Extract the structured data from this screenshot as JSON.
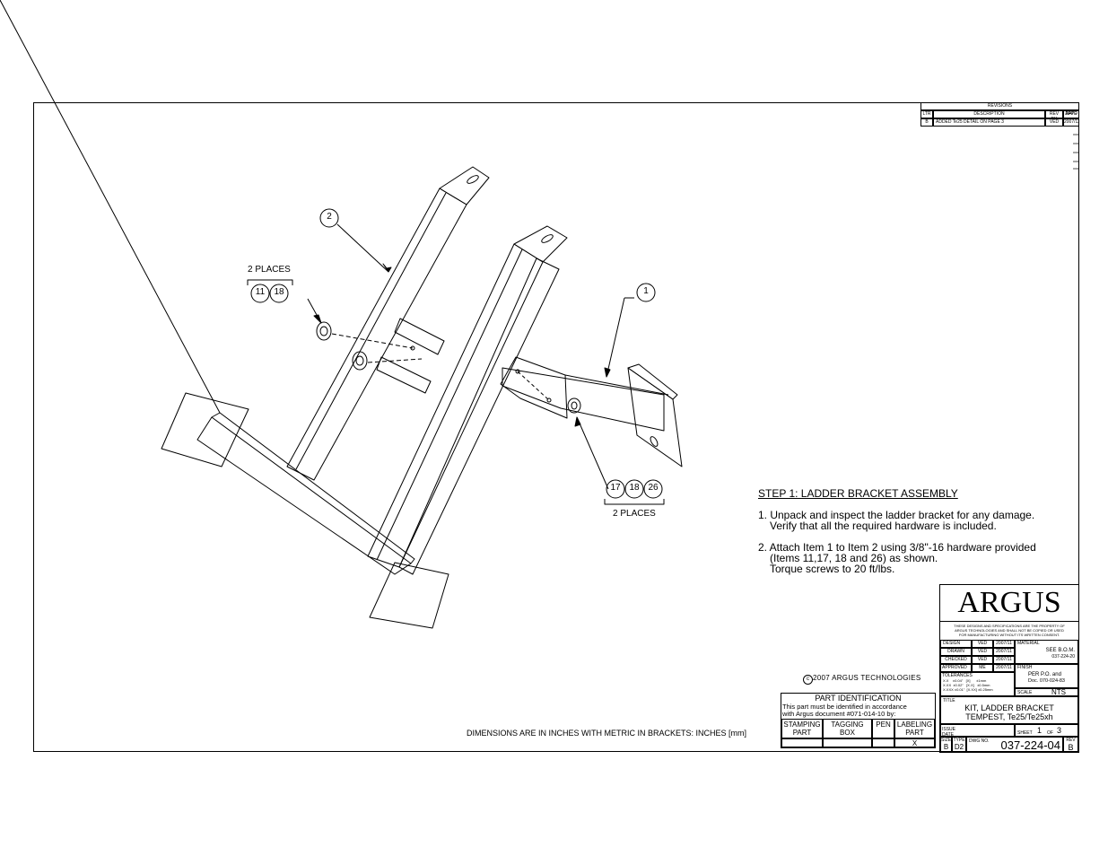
{
  "revisions": {
    "title": "REVISIONS",
    "headers": [
      "LTR",
      "DESCRIPTION",
      "REV BY",
      "DATE",
      "APPD"
    ],
    "row": [
      "B",
      "ADDED Te25 DETAIL ON PAGE 3",
      "VED",
      "2007/12",
      ""
    ]
  },
  "callouts": {
    "item2": "2",
    "item1": "1",
    "places_top": "2 PLACES",
    "places_bottom": "2 PLACES",
    "top_items": [
      "11",
      "18"
    ],
    "bottom_items": [
      "17",
      "18",
      "26"
    ]
  },
  "instructions": {
    "heading": "STEP 1: LADDER BRACKET ASSEMBLY",
    "step1_line1": "1. Unpack and inspect the ladder bracket for any damage.",
    "step1_line2": "Verify that all the required hardware is included.",
    "step2_line1": "2. Attach Item 1 to Item 2 using 3/8\"-16 hardware provided",
    "step2_line2": "(Items 11,17, 18 and 26) as shown.",
    "step2_line3": "Torque screws to 20 ft/lbs."
  },
  "copyright": "2007 ARGUS TECHNOLOGIES",
  "dimensions_note": "DIMENSIONS ARE IN INCHES WITH METRIC IN BRACKETS: INCHES [mm]",
  "part_id": {
    "title": "PART IDENTIFICATION",
    "line1": "This part must be identified in accordance",
    "line2": "with Argus document #071-014-10 by:",
    "col1": "STAMPING PART",
    "col2": "TAGGING BOX",
    "col3": "PEN",
    "col4": "LABELING PART",
    "mark": "X"
  },
  "title_block": {
    "logo": "ARGUS",
    "notice_line1": "THESE DESIGNS AND SPECIFICATIONS ARE THE PROPERTY OF",
    "notice_line2": "ARGUS TECHNOLOGIES AND SHALL NOT BE COPIED OR USED",
    "notice_line3": "FOR MANUFACTURING WITHOUT ITS WRITTEN CONSENT.",
    "design_label": "DESIGN",
    "design_by": "VED",
    "design_date": "2007/11",
    "drawn_label": "DRAWN",
    "drawn_by": "VED",
    "drawn_date": "2007/11",
    "checked_label": "CHECKED",
    "checked_by": "VED",
    "checked_date": "2007/11",
    "approved_label": "APPROVED",
    "approved_by": "ME",
    "approved_date": "2007/11",
    "material_label": "MATERIAL",
    "material_value1": "SEE B.O.M.",
    "material_value2": "037-224-20",
    "finish_label": "FINISH",
    "finish_value1": "PER P.O. and",
    "finish_value2": "Doc. 070-024-83",
    "tolerances_label": "TOLERANCES",
    "tol1": "X.X    ±0.04\"   [X]      ±1mm",
    "tol2": "X.XX  ±0.02\"   [X.X]   ±0.5mm",
    "tol3": "X.XXX ±0.01\"  [X.XX] ±0.25mm",
    "scale_label": "SCALE",
    "scale_value": "NTS",
    "title_label": "TITLE",
    "title_line1": "KIT, LADDER BRACKET",
    "title_line2": "TEMPEST, Te25/Te25xh",
    "issue_label": "ISSUE DATE",
    "sheet_label": "SHEET",
    "sheet_num": "1",
    "of_label": "OF",
    "sheet_total": "3",
    "size_label": "SIZE",
    "size_value": "B",
    "type_label": "TYPE",
    "type_value": "D2",
    "dwg_label": "DWG NO.",
    "dwg_value": "037-224-04",
    "rev_label": "REV",
    "rev_value": "B"
  }
}
